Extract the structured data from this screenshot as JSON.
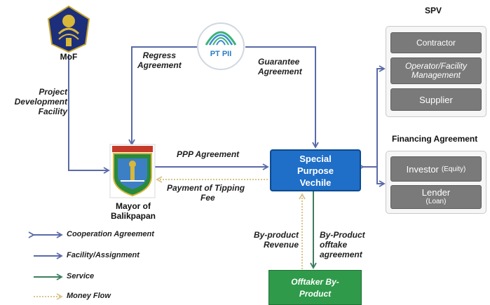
{
  "nodes": {
    "mof": {
      "label": "MoF"
    },
    "ptpii": {
      "logo_text": "PT PII"
    },
    "mayor": {
      "line1": "Mayor of",
      "line2": "Balikpapan"
    },
    "spv_center": {
      "line1": "Special",
      "line2": "Purpose",
      "line3": "Vechile"
    },
    "offtaker": {
      "line1": "Offtaker By-",
      "line2": "Product"
    }
  },
  "spv_group": {
    "title": "SPV",
    "items": [
      {
        "line1": "Contractor",
        "line2": ""
      },
      {
        "line1": "Operator/Facility",
        "line2": "Management"
      },
      {
        "line1": "Supplier",
        "line2": ""
      }
    ]
  },
  "financing_group": {
    "title": "Financing Agreement",
    "items": [
      {
        "main": "Investor",
        "sub": "(Equity)"
      },
      {
        "main": "Lender",
        "sub": "(Loan)"
      }
    ]
  },
  "edge_labels": {
    "regress": {
      "line1": "Regress",
      "line2": "Agreement"
    },
    "guarantee": {
      "line1": "Guarantee",
      "line2": "Agreement"
    },
    "project_dev": {
      "line1": "Project",
      "line2": "Development",
      "line3": "Facility"
    },
    "ppp": "PPP Agreement",
    "tipping": {
      "line1": "Payment of Tipping",
      "line2": "Fee"
    },
    "byproduct_revenue": {
      "line1": "By-product",
      "line2": "Revenue"
    },
    "byproduct_offtake": {
      "line1": "By-Product",
      "line2": "offtake",
      "line3": "agreement"
    }
  },
  "legend": [
    {
      "label": "Cooperation Agreement",
      "type": "cooperation"
    },
    {
      "label": "Facility/Assignment",
      "type": "facility"
    },
    {
      "label": "Service",
      "type": "service"
    },
    {
      "label": "Money Flow",
      "type": "money"
    }
  ],
  "colors": {
    "cooperation": "#5a6aa8",
    "facility": "#5a6aa8",
    "service": "#3d7d5e",
    "money": "#d9c48a",
    "spv_blue": "#1f6ec7",
    "offtaker_green": "#2f9a4a",
    "grey_box": "#7a7a7a"
  }
}
